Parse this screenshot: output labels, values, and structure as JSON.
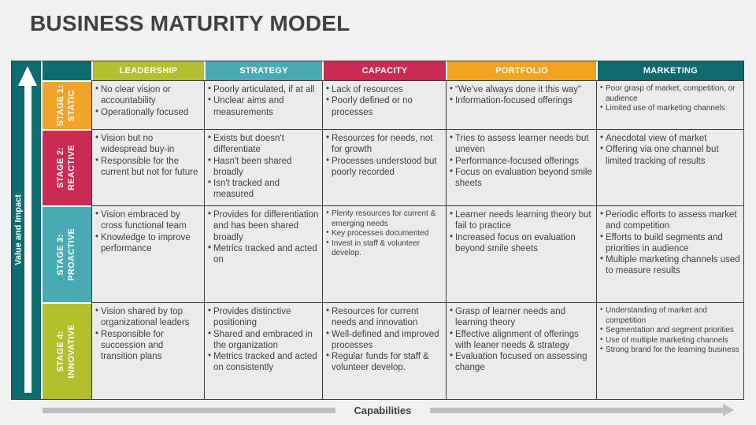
{
  "slide": {
    "title": "BUSINESS MATURITY MODEL",
    "x_axis_label": "Capabilities",
    "y_axis_label": "Value and Impact"
  },
  "colors": {
    "dark_teal": "#0E6C6E",
    "light_teal": "#48ABB4",
    "yellow_green": "#B3BF2D",
    "crimson": "#CB2A52",
    "amber": "#F2A42A",
    "cell_background": "#EBEBEB",
    "grid_line": "#3A3A3A",
    "arrow_gray": "#BFBFBF",
    "text_dark": "#3F3F3F"
  },
  "table": {
    "column_headers": [
      {
        "label": "LEADERSHIP",
        "color": "#B3BF2D"
      },
      {
        "label": "STRATEGY",
        "color": "#48ABB4"
      },
      {
        "label": "CAPACITY",
        "color": "#CB2A52"
      },
      {
        "label": "PORTFOLIO",
        "color": "#F2A41F"
      },
      {
        "label": "MARKETING",
        "color": "#0E6C6E"
      }
    ],
    "stages": [
      {
        "stage": "STAGE 1:",
        "name": "STATIC",
        "color": "#F2A42A",
        "leadership": [
          "No clear vision or accountability",
          "Operationally focused"
        ],
        "strategy": [
          "Poorly articulated, if at all",
          "Unclear aims and measurements"
        ],
        "capacity": [
          "Lack of resources",
          "Poorly defined or no processes"
        ],
        "portfolio": [
          "“We've always done it this way\"",
          "Information-focused offerings"
        ],
        "marketing": [
          "Poor grasp of market, competition, or audience",
          "Limited use of marketing channels"
        ]
      },
      {
        "stage": "STAGE 2:",
        "name": "REACTIVE",
        "color": "#CB2A52",
        "leadership": [
          "Vision but no widespread buy-in",
          "Responsible for the current but not for future"
        ],
        "strategy": [
          "Exists but doesn't differentiate",
          "Hasn't been shared broadly",
          "Isn't tracked and measured"
        ],
        "capacity": [
          "Resources for needs, not for growth",
          "Processes understood but poorly recorded"
        ],
        "portfolio": [
          "Tries to assess learner needs but uneven",
          "Performance-focused offerings",
          "Focus on evaluation beyond smile sheets"
        ],
        "marketing": [
          "Anecdotal view of market",
          "Offering via one channel but limited tracking of results"
        ]
      },
      {
        "stage": "STAGE 3:",
        "name": "PROACTIVE",
        "color": "#48ABB4",
        "leadership": [
          "Vision embraced by cross functional team",
          "Knowledge to improve performance"
        ],
        "strategy": [
          "Provides for differentiation and has been shared broadly",
          "Metrics tracked and acted on"
        ],
        "capacity": [
          "Plenty resources for current & emerging needs",
          "Key processes documented",
          "Invest in staff & volunteer develop."
        ],
        "portfolio": [
          "Learner needs learning theory but fail to practice",
          "Increased focus on evaluation beyond smile sheets"
        ],
        "marketing": [
          "Periodic efforts to assess market and competition",
          "Efforts to build segments and priorities in audience",
          "Multiple marketing channels used to measure results"
        ]
      },
      {
        "stage": "STAGE 4:",
        "name": "INNOVATIVE",
        "color": "#B3BF2D",
        "leadership": [
          "Vision shared by top organizational leaders",
          "Responsible for succession and transition plans"
        ],
        "strategy": [
          "Provides distinctive positioning",
          "Shared and embraced in the organization",
          "Metrics tracked and acted on consistently"
        ],
        "capacity": [
          "Resources for current needs and innovation",
          "Well-defined and improved processes",
          "Regular funds for staff & volunteer develop."
        ],
        "portfolio": [
          "Grasp of learner needs and learning theory",
          "Effective alignment of offerings with leaner needs & strategy",
          "Evaluation focused on assessing change"
        ],
        "marketing": [
          "Understanding of market and competition",
          "Segmentation and segment priorities",
          "Use of multiple marketing channels",
          "Strong brand for the learning business"
        ]
      }
    ]
  }
}
